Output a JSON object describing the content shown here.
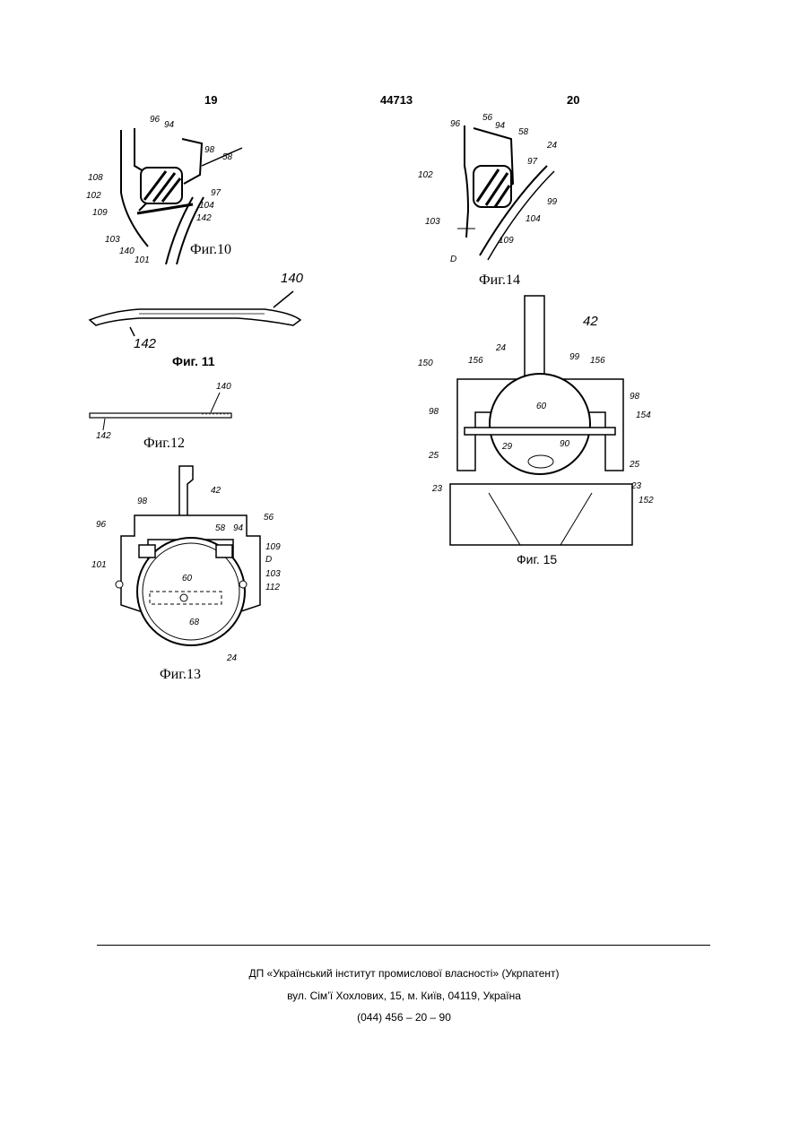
{
  "header": {
    "left_page": "19",
    "patent_number": "44713",
    "right_page": "20"
  },
  "figures": {
    "fig10": {
      "caption": "Фиг.10",
      "labels": [
        "96",
        "94",
        "98",
        "58",
        "108",
        "102",
        "97",
        "104",
        "109",
        "142",
        "103",
        "140",
        "101"
      ]
    },
    "fig11": {
      "caption": "Фиг. 11",
      "labels": [
        "140",
        "142"
      ]
    },
    "fig12": {
      "caption": "Фиг.12",
      "labels": [
        "140",
        "142"
      ]
    },
    "fig13": {
      "caption": "Фиг.13",
      "labels": [
        "42",
        "98",
        "96",
        "58",
        "94",
        "56",
        "109",
        "101",
        "D",
        "103",
        "112",
        "60",
        "68",
        "24"
      ]
    },
    "fig14": {
      "caption": "Фиг.14",
      "labels": [
        "96",
        "56",
        "94",
        "58",
        "24",
        "102",
        "97",
        "99",
        "104",
        "103",
        "109",
        "D"
      ]
    },
    "fig15": {
      "caption": "Фиг. 15",
      "labels": [
        "42",
        "150",
        "24",
        "99",
        "156",
        "156",
        "98",
        "60",
        "98",
        "154",
        "29",
        "90",
        "25",
        "25",
        "23",
        "23",
        "152"
      ]
    }
  },
  "footer": {
    "line1": "ДП «Український інститут промислової власності» (Укрпатент)",
    "line2": "вул. Сім’ї Хохлових, 15, м. Київ, 04119, Україна",
    "line3": "(044) 456 – 20 – 90"
  }
}
